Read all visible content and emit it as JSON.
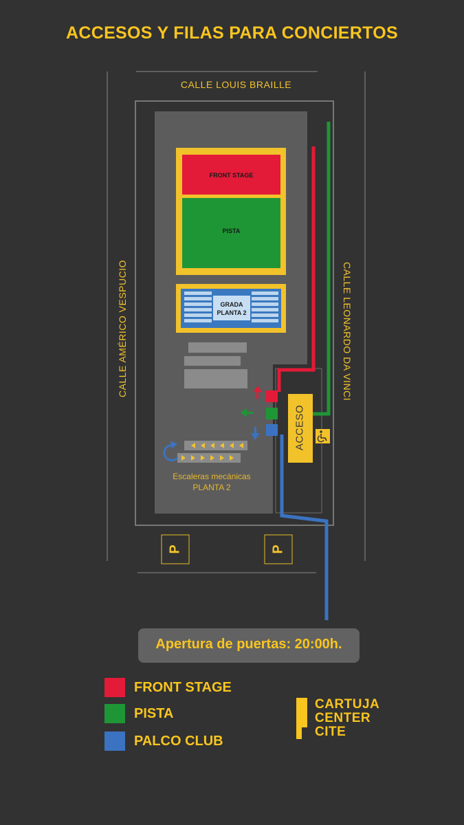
{
  "title": "ACCESOS Y FILAS PARA CONCIERTOS",
  "streets": {
    "top": "CALLE LOUIS BRAILLE",
    "left": "CALLE AMÉRICO VESPUCIO",
    "right": "CALLE LEONARDO DA VINCI"
  },
  "zones": {
    "front_stage": "FRONT STAGE",
    "pista": "PISTA",
    "grada_line1": "GRADA",
    "grada_line2": "PLANTA 2"
  },
  "escalator": {
    "line1": "Escaleras mecánicas",
    "line2": "PLANTA 2"
  },
  "access_label": "ACCESO",
  "parking_label": "P",
  "doors_open": "Apertura de puertas: 20:00h.",
  "legend": [
    {
      "label": "FRONT STAGE",
      "color": "#e31b38"
    },
    {
      "label": "PISTA",
      "color": "#1e9636"
    },
    {
      "label": "PALCO CLUB",
      "color": "#3b73c2"
    }
  ],
  "logo": {
    "line1": "CARTUJA",
    "line2": "CENTER",
    "line3": "CITE"
  },
  "icons": {
    "accessibility": "wheelchair-icon",
    "escalator": "rotate-arrow-icon"
  }
}
